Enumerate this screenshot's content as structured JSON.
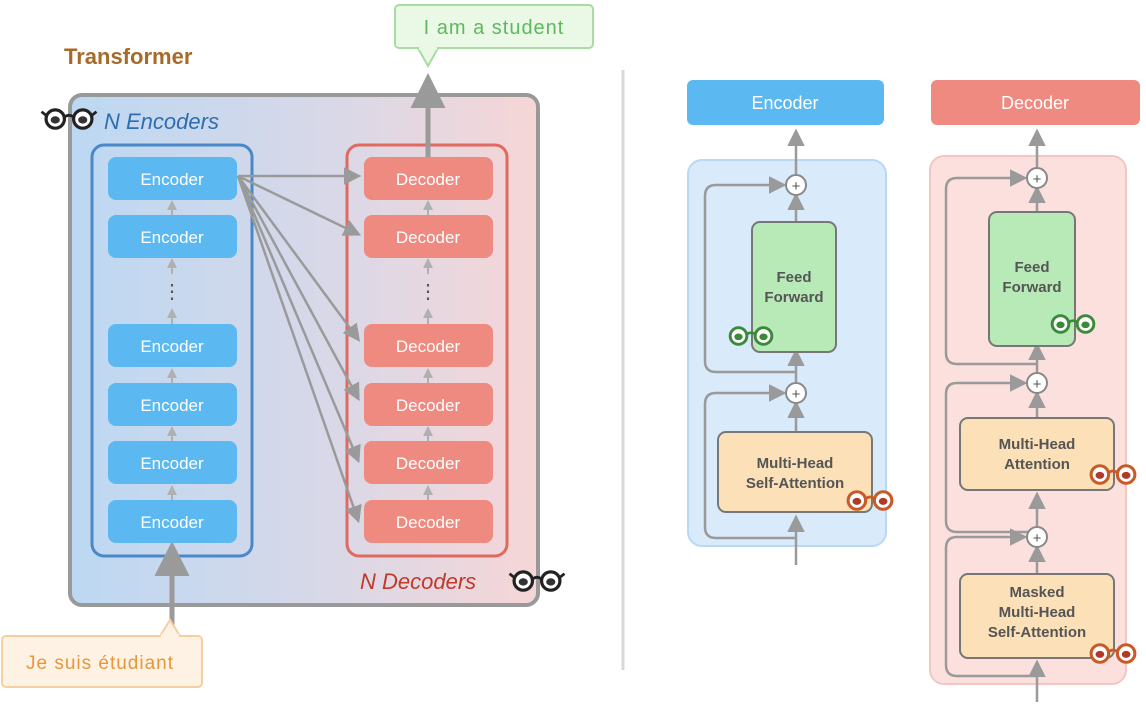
{
  "left": {
    "title": "Transformer",
    "output_text": "I am a student",
    "input_text": "Je suis étudiant",
    "encoders_label": "N Encoders",
    "decoders_label": "N Decoders",
    "encoder_label": "Encoder",
    "decoder_label": "Decoder",
    "ellipsis": "⋮"
  },
  "right": {
    "encoder": {
      "header": "Encoder",
      "ffn_line1": "Feed",
      "ffn_line2": "Forward",
      "attn_line1": "Multi-Head",
      "attn_line2": "Self-Attention",
      "plus": "+"
    },
    "decoder": {
      "header": "Decoder",
      "ffn_line1": "Feed",
      "ffn_line2": "Forward",
      "attn_line1": "Multi-Head",
      "attn_line2": "Attention",
      "masked_line1": "Masked",
      "masked_line2": "Multi-Head",
      "masked_line3": "Self-Attention",
      "plus": "+"
    }
  },
  "colors": {
    "encoder_blue": "#5bb8f0",
    "decoder_red": "#ee8a80",
    "ffn_green": "#b8eab8",
    "attn_orange": "#fbe0b8",
    "arrow_gray": "#9a9a9a",
    "title_orange": "#a86a28",
    "output_green": "#5fb85f",
    "input_orange": "#e8963a"
  },
  "icons": [
    "glasses-icon"
  ]
}
